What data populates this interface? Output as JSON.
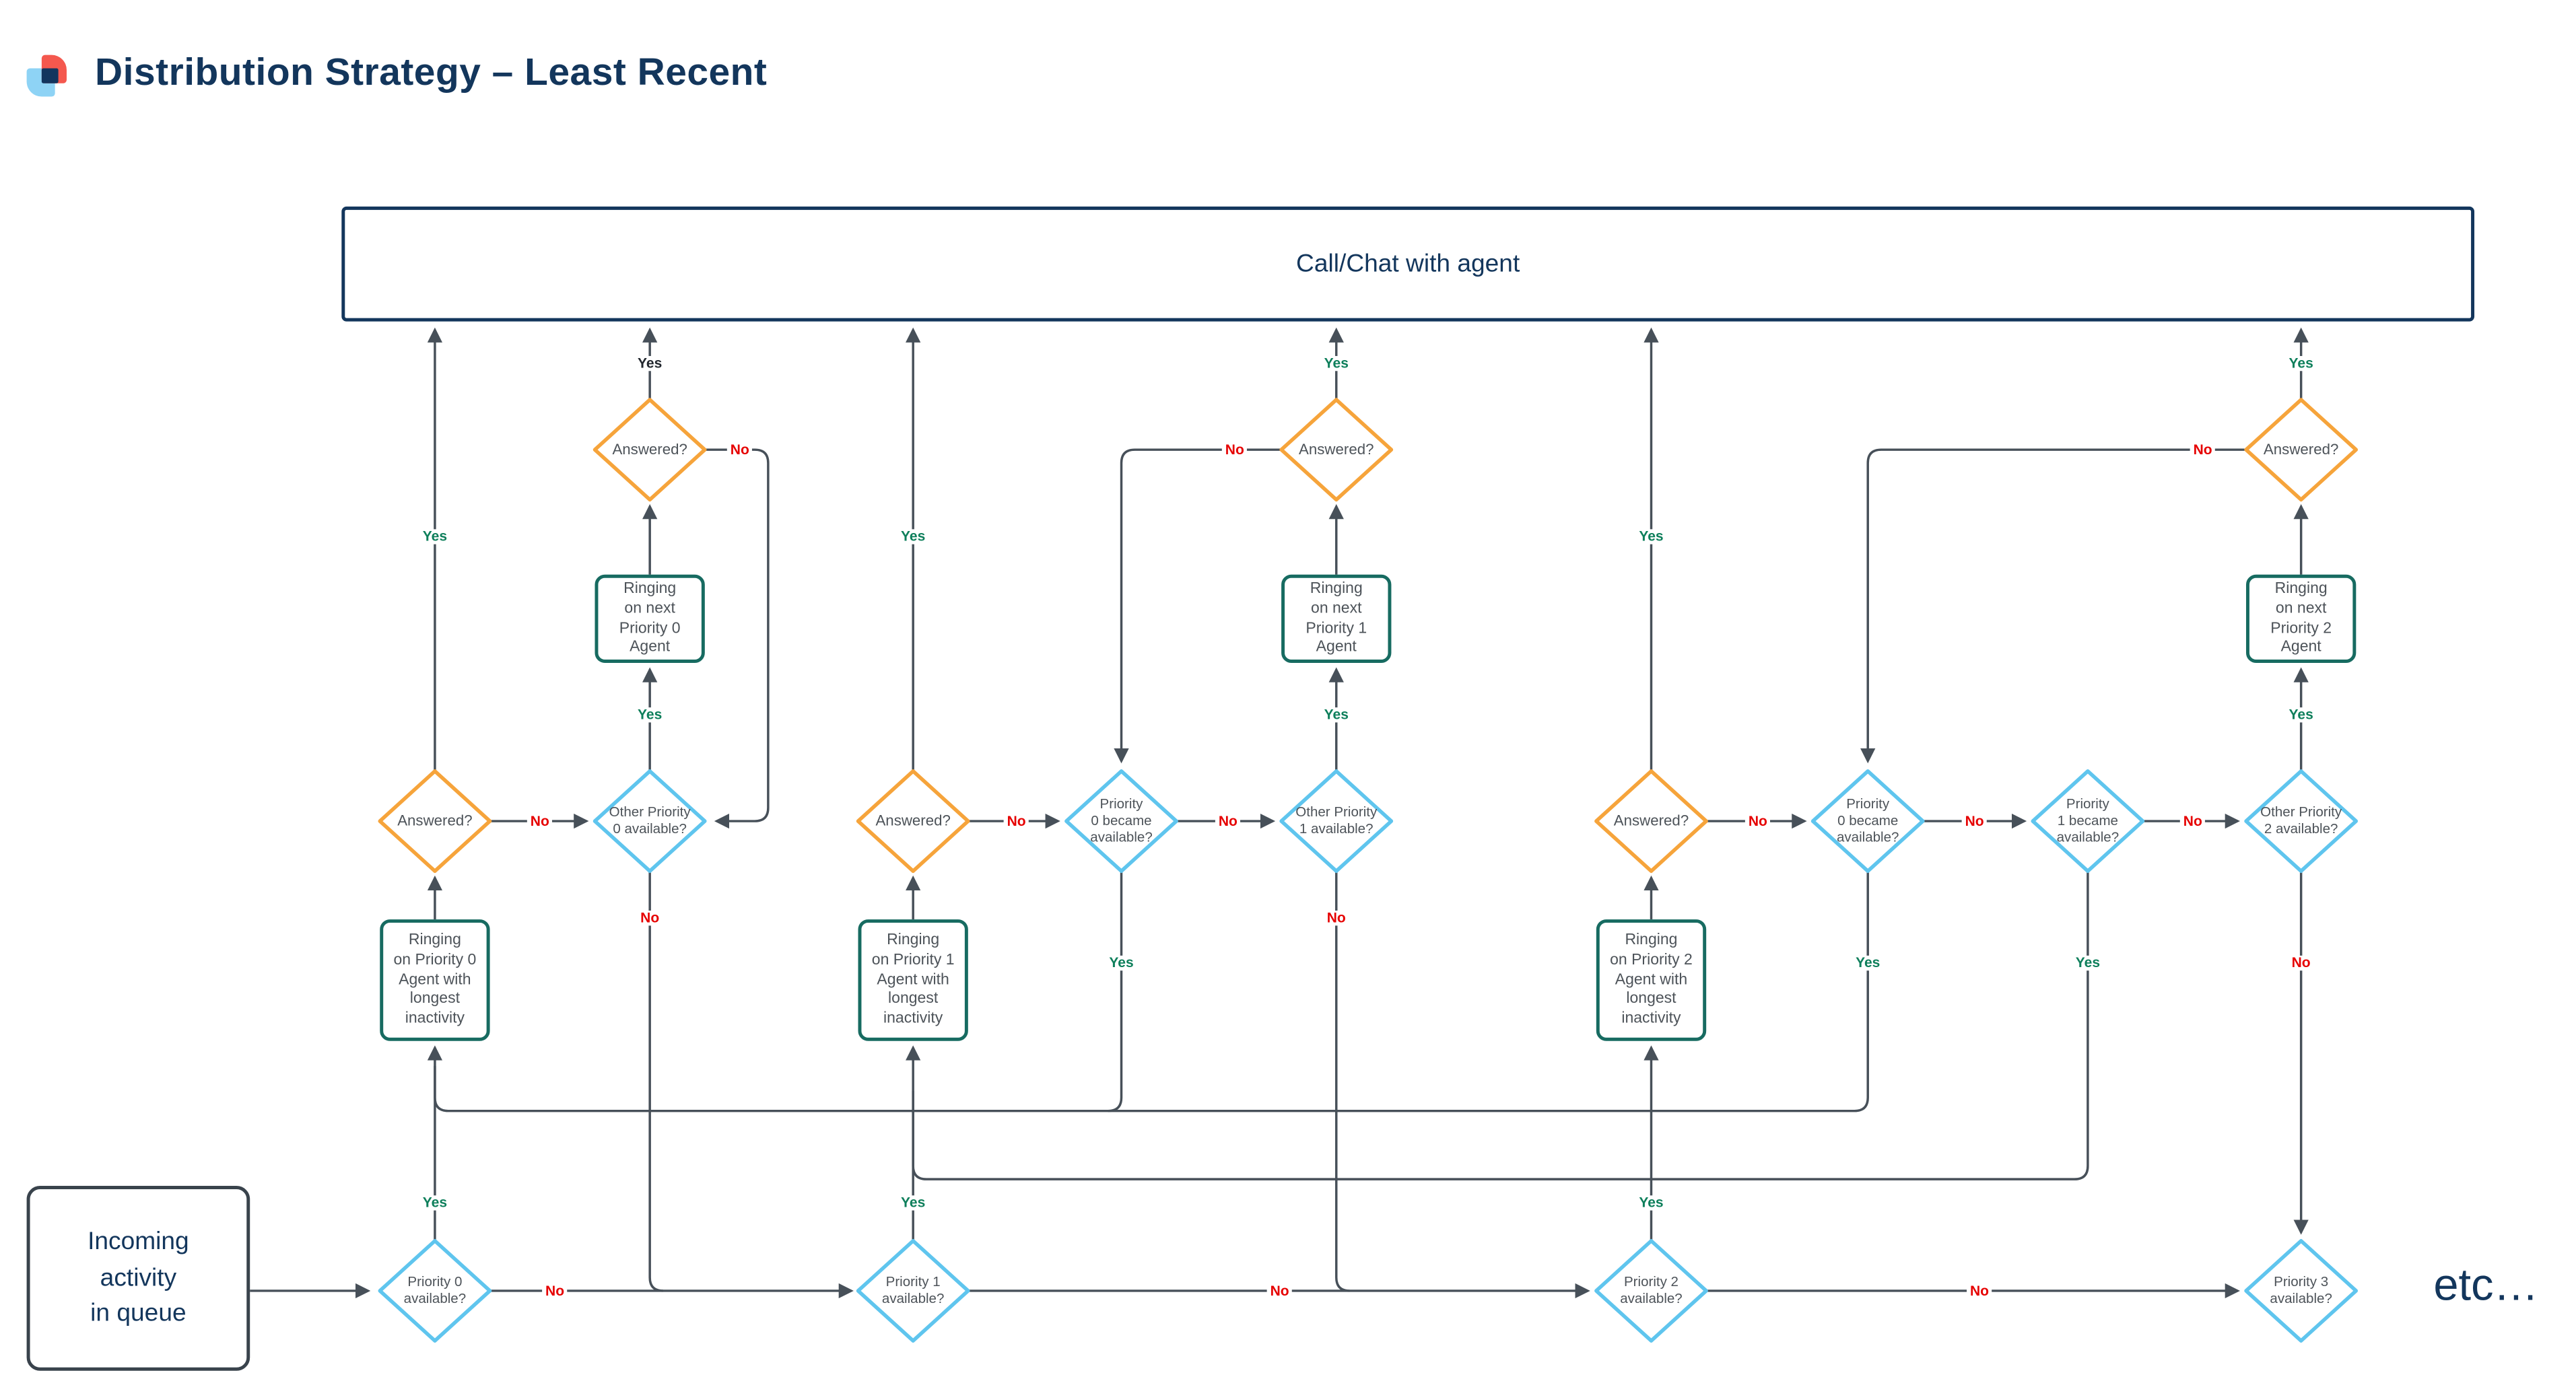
{
  "header": {
    "title": "Distribution Strategy – Least Recent"
  },
  "labels": {
    "yes": "Yes",
    "no": "No"
  },
  "nodes": {
    "call_chat": "Call/Chat with agent",
    "incoming": "Incoming\nactivity\nin queue",
    "answered": "Answered?",
    "p0_avail": "Priority 0\navailable?",
    "p1_avail": "Priority 1\navailable?",
    "p2_avail": "Priority 2\navailable?",
    "p3_avail": "Priority 3\navailable?",
    "other_p0": "Other Priority\n0 available?",
    "other_p1": "Other Priority\n1 available?",
    "other_p2": "Other Priority\n2 available?",
    "p0_became": "Priority\n0 became\navailable?",
    "p1_became": "Priority\n1 became\navailable?",
    "ring_p0_longest": "Ringing\non Priority 0\nAgent with\nlongest\ninactivity",
    "ring_p1_longest": "Ringing\non Priority 1\nAgent with\nlongest\ninactivity",
    "ring_p2_longest": "Ringing\non Priority 2\nAgent with\nlongest\ninactivity",
    "ring_next_p0": "Ringing\non next\nPriority 0\nAgent",
    "ring_next_p1": "Ringing\non next\nPriority 1\nAgent",
    "ring_next_p2": "Ringing\non next\nPriority 2\nAgent",
    "etc": "etc…"
  },
  "colors": {
    "navy": "#13365c",
    "line": "#475059",
    "decision_orange": "#f6a43b",
    "decision_blue": "#5fc5ee",
    "process_teal": "#176b61",
    "start_border": "#39434c",
    "yes_green": "#0e7f5b",
    "no_red": "#e60000",
    "logo_red": "#f4584e",
    "logo_blue": "#7ecdf4"
  }
}
